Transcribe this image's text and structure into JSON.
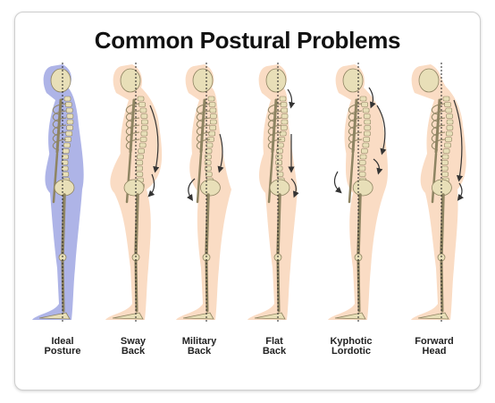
{
  "title": "Common Postural Problems",
  "figures": [
    {
      "line1": "Ideal",
      "line2": "Posture"
    },
    {
      "line1": "Sway",
      "line2": "Back"
    },
    {
      "line1": "Military",
      "line2": "Back"
    },
    {
      "line1": "Flat",
      "line2": "Back"
    },
    {
      "line1": "Kyphotic",
      "line2": "Lordotic"
    },
    {
      "line1": "Forward",
      "line2": "Head"
    }
  ],
  "colors": {
    "ideal_body": "#aab0e6",
    "problem_body": "#fadcc4",
    "bone": "#e8dfb8",
    "bone_edge": "#8e8462",
    "plumb_line": "#222222",
    "arrow": "#333333"
  }
}
